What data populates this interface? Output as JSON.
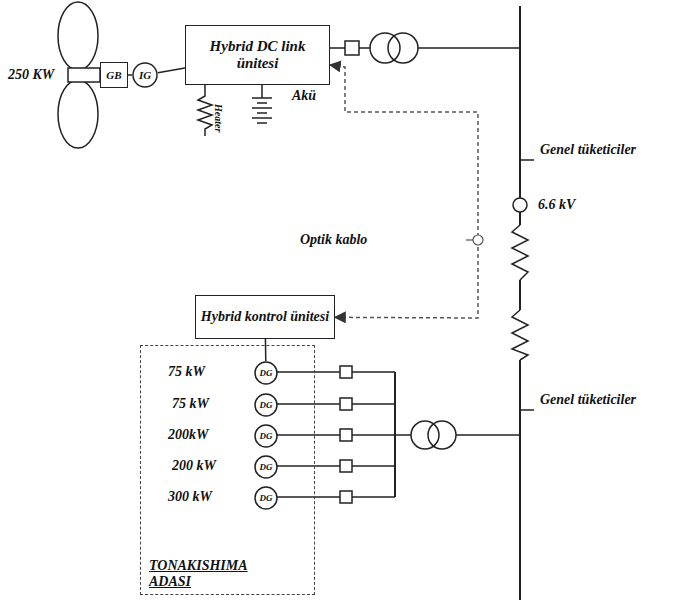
{
  "diagram": {
    "nodes": [
      {
        "text": [
          "GB"
        ]
      },
      {
        "text": [
          "IG"
        ]
      },
      {
        "text": [
          "Hybrid DC link ünitesi"
        ]
      },
      {
        "text": [
          "Hybrid kontrol ünitesi"
        ]
      },
      {
        "text": [
          "TONAKISHIMA ADASI"
        ]
      },
      {
        "text": [
          "DG"
        ],
        "in": 4
      },
      {
        "text": [
          "DG"
        ],
        "in": 4
      },
      {
        "text": [
          "DG"
        ],
        "in": 4
      },
      {
        "text": [
          "DG"
        ],
        "in": 4
      },
      {
        "text": [
          "DG"
        ],
        "in": 4
      }
    ],
    "edges": [
      {
        "from": 0,
        "to": 1,
        "arrow": "none"
      },
      {
        "from": 1,
        "to": 2,
        "arrow": "none"
      },
      {
        "from": 3,
        "to": 2,
        "arrow": "both"
      },
      {
        "from": 3,
        "to": 5,
        "arrow": "none"
      }
    ],
    "labels": [
      "250 KW",
      "Heater",
      "Akü",
      "Genel tüketiciler",
      "6.6 kV",
      "Optik kablo",
      "Genel tüketiciler",
      "75 kW",
      "75 kW",
      "200kW",
      "200 kW",
      "300 kW"
    ]
  }
}
